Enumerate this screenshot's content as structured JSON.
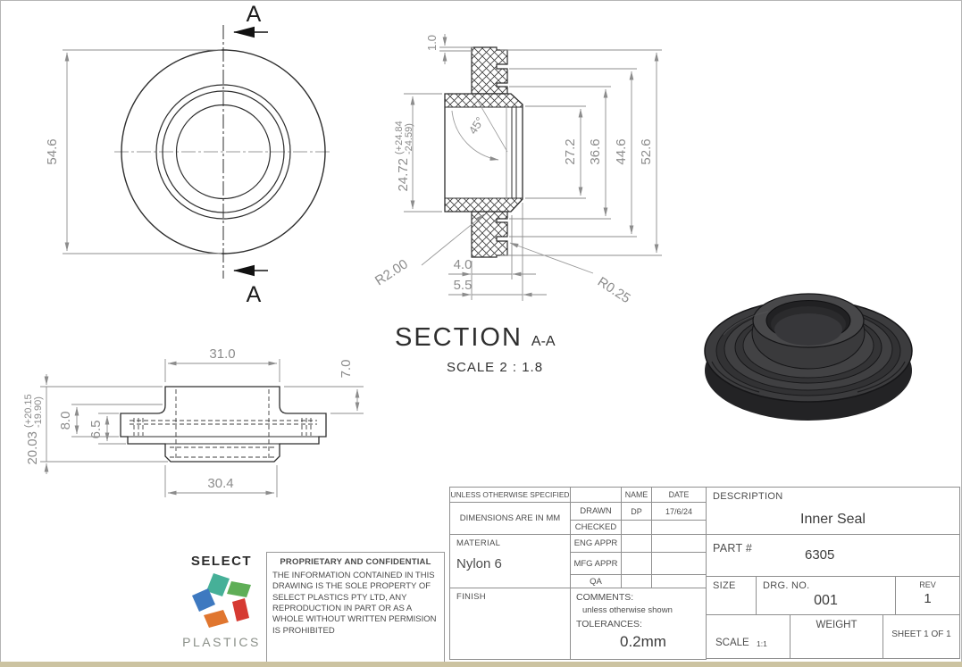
{
  "page": {
    "strip_color": "#ccc3a1"
  },
  "front_view": {
    "dim_height": "54.6",
    "label_a_top": "A",
    "label_a_bottom": "A"
  },
  "section_view": {
    "dim_rib_pitch": "1.0",
    "dim_chamfer": "45°",
    "dim_bore": "24.72",
    "dim_bore_tol_hi": "(+24.84",
    "dim_bore_tol_lo": "-24.59)",
    "dim_d1": "27.2",
    "dim_d2": "36.6",
    "dim_d3": "44.6",
    "dim_d4": "52.6",
    "dim_fillet": "R2.00",
    "dim_w1": "4.0",
    "dim_w2": "5.5",
    "dim_rib_r": "R0.25"
  },
  "section_title": {
    "title": "SECTION",
    "suffix": "A-A",
    "scale": "SCALE 2 : 1.8"
  },
  "side_view": {
    "dim_top_width": "31.0",
    "dim_hub_h": "7.0",
    "dim_flange_h": "8.0",
    "dim_mid_h": "6.5",
    "dim_overall_h": "20.03",
    "dim_overall_tol_hi": "(+20.15",
    "dim_overall_tol_lo": "-19.90)",
    "dim_bottom_width": "30.4"
  },
  "title_block": {
    "unless": "UNLESS OTHERWISE SPECIFIED",
    "dims_in": "DIMENSIONS ARE IN MM",
    "name_header": "NAME",
    "date_header": "DATE",
    "approvals": [
      {
        "label": "DRAWN",
        "name": "DP",
        "date": "17/6/24"
      },
      {
        "label": "CHECKED",
        "name": "",
        "date": ""
      },
      {
        "label": "ENG APPR",
        "name": "",
        "date": ""
      },
      {
        "label": "MFG APPR",
        "name": "",
        "date": ""
      },
      {
        "label": "QA",
        "name": "",
        "date": ""
      }
    ],
    "material_label": "MATERIAL",
    "material_value": "Nylon 6",
    "finish_label": "FINISH",
    "comments_label": "COMMENTS:",
    "comments_note": "unless otherwise shown",
    "tolerances_label": "TOLERANCES:",
    "tolerance_value": "0.2mm",
    "description_label": "DESCRIPTION",
    "description_value": "Inner Seal",
    "part_label": "PART #",
    "part_value": "6305",
    "size_label": "SIZE",
    "drg_label": "DRG. NO.",
    "drg_value": "001",
    "rev_label": "REV",
    "rev_value": "1",
    "scale_label": "SCALE",
    "scale_value": "1:1",
    "weight_label": "WEIGHT",
    "sheet_label": "SHEET 1 OF 1"
  },
  "logo": {
    "word_top": "SELECT",
    "word_bottom": "PLASTICS",
    "colors": {
      "teal": "#46b098",
      "green": "#5fae57",
      "blue": "#3e79c0",
      "orange": "#e0762f",
      "red": "#d63a32"
    }
  },
  "proprietary": {
    "heading": "PROPRIETARY AND CONFIDENTIAL",
    "body": "THE INFORMATION CONTAINED IN THIS DRAWING IS THE SOLE PROPERTY OF SELECT PLASTICS PTY LTD, ANY REPRODUCTION IN PART OR AS A WHOLE WITHOUT WRITTEN PERMISION IS PROHIBITED"
  }
}
